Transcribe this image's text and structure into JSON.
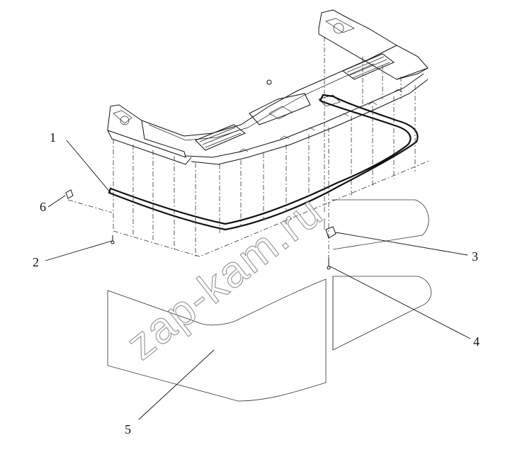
{
  "callouts": [
    {
      "id": "1",
      "label": "1"
    },
    {
      "id": "2",
      "label": "2"
    },
    {
      "id": "3",
      "label": "3"
    },
    {
      "id": "4",
      "label": "4"
    },
    {
      "id": "5",
      "label": "5"
    },
    {
      "id": "6",
      "label": "6"
    }
  ],
  "watermark": "zap-kam.ru"
}
